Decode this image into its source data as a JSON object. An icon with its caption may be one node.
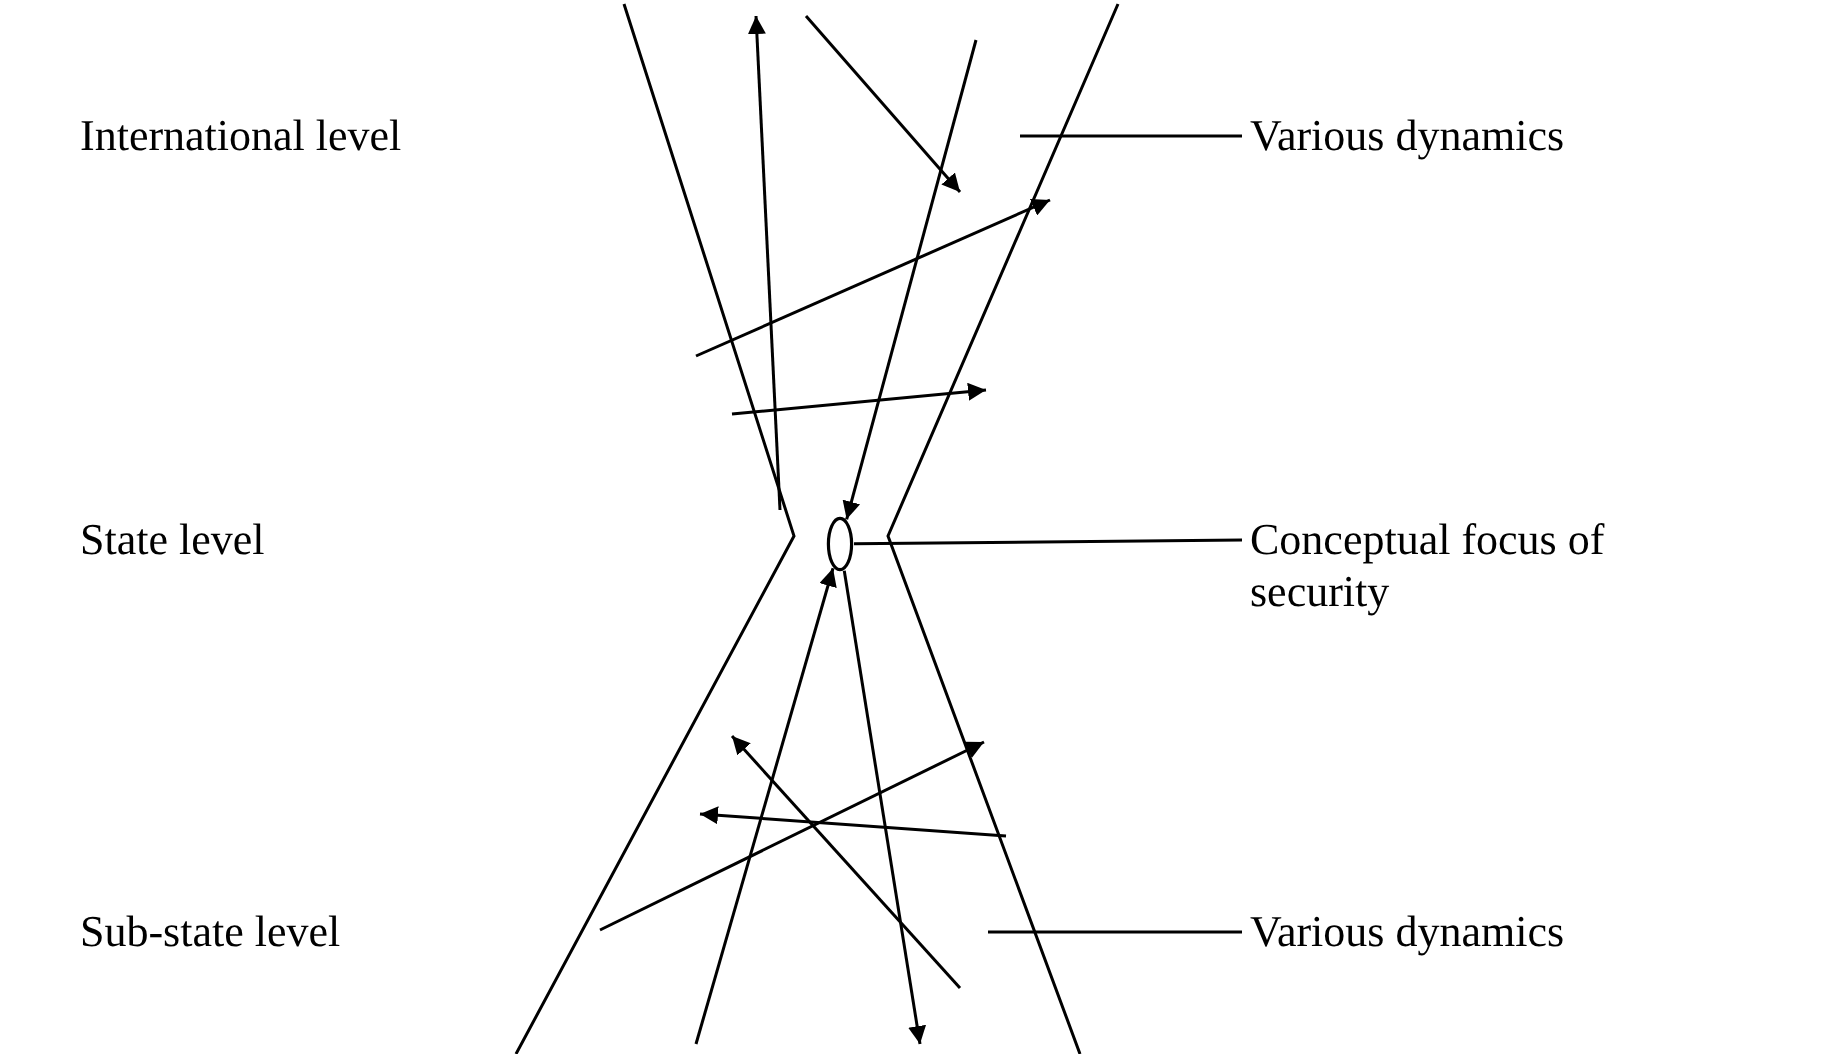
{
  "diagram": {
    "nodes": [
      {
        "text": [
          "Various dynamics"
        ]
      },
      {
        "text": [],
        "shape": "circle"
      },
      {
        "text": [
          "Conceptual focus of security"
        ]
      },
      {
        "text": [
          "Various dynamics"
        ]
      }
    ],
    "edges": [
      {
        "from": 0,
        "to": null,
        "arrow": "none"
      },
      {
        "from": null,
        "to": 1,
        "arrow": "to"
      },
      {
        "from": 2,
        "to": 1,
        "arrow": "none"
      },
      {
        "from": null,
        "to": 1,
        "arrow": "to"
      },
      {
        "from": 1,
        "to": null,
        "arrow": "to"
      },
      {
        "from": 3,
        "to": null,
        "arrow": "none"
      }
    ],
    "labels": [
      "International level",
      "State level",
      "Sub-state level"
    ]
  }
}
